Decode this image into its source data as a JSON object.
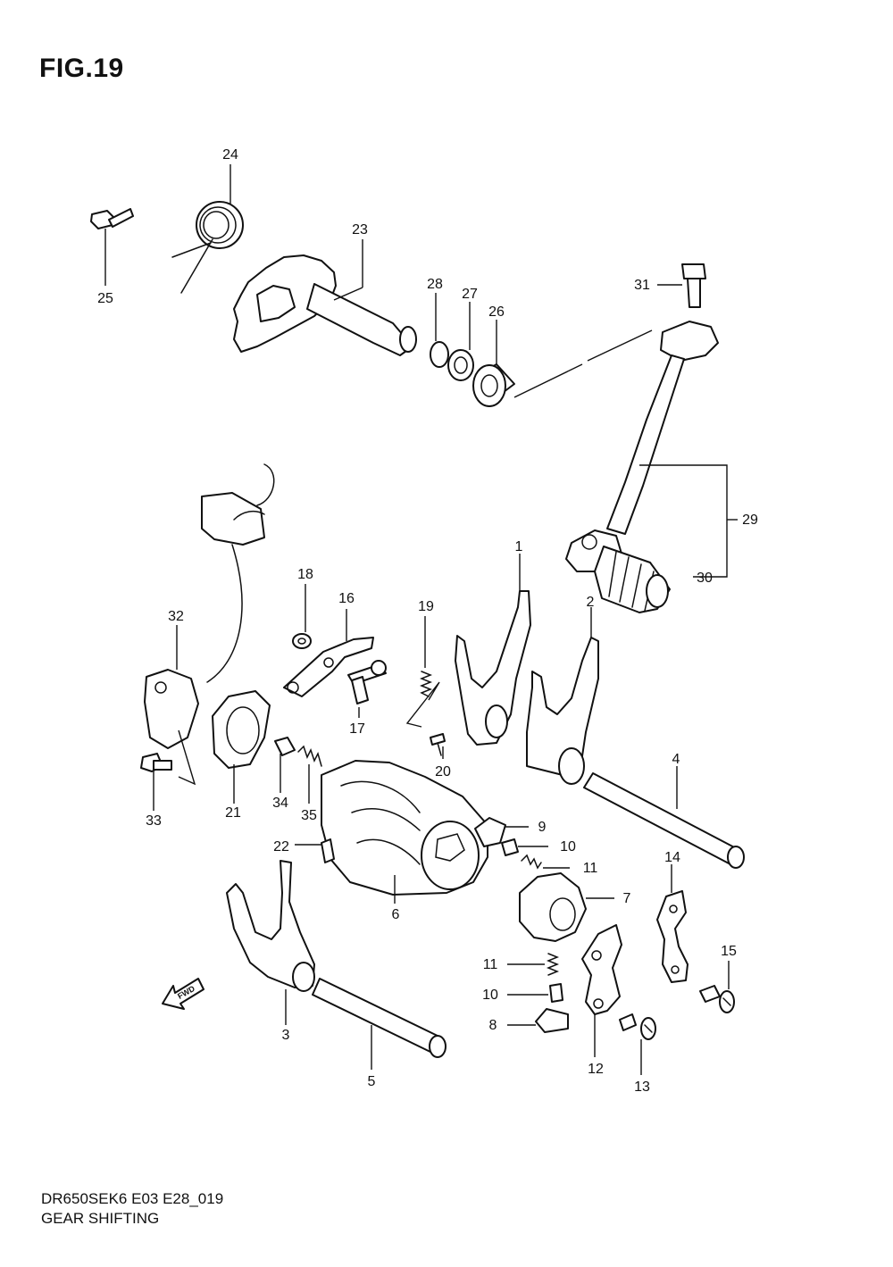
{
  "figure": {
    "title": "FIG.19"
  },
  "footer": {
    "model_code": "DR650SEK6 E03 E28_019",
    "section_name": "GEAR SHIFTING"
  },
  "direction_badge": "FWD",
  "callouts": [
    "1",
    "2",
    "3",
    "4",
    "5",
    "6",
    "7",
    "8",
    "9",
    "10",
    "10",
    "11",
    "11",
    "12",
    "13",
    "14",
    "15",
    "16",
    "17",
    "18",
    "19",
    "20",
    "21",
    "22",
    "23",
    "24",
    "25",
    "26",
    "27",
    "28",
    "29",
    "30",
    "31",
    "32",
    "33",
    "34",
    "35"
  ]
}
